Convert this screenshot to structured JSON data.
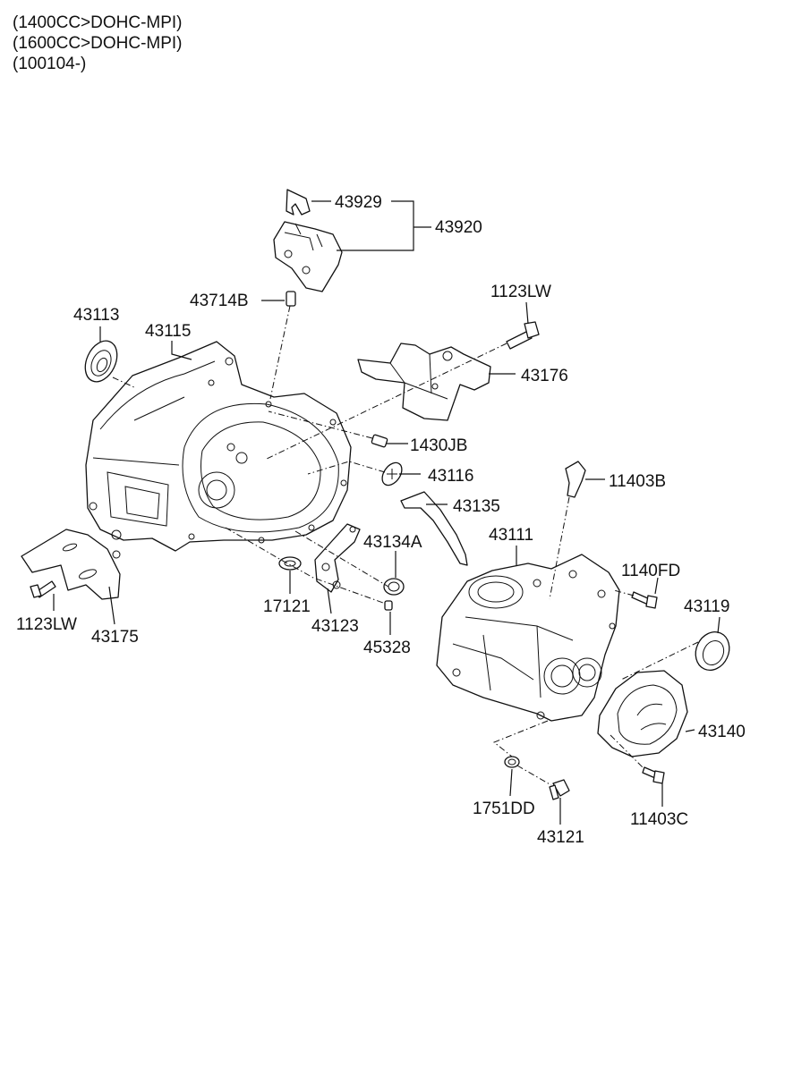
{
  "header": {
    "lines": [
      "(1400CC>DOHC-MPI)",
      "(1600CC>DOHC-MPI)",
      "(100104-)"
    ]
  },
  "labels": {
    "p43929": "43929",
    "p43920": "43920",
    "p43714B": "43714B",
    "p1123LW_top": "1123LW",
    "p43113": "43113",
    "p43115": "43115",
    "p43176": "43176",
    "p1430JB": "1430JB",
    "p43116": "43116",
    "p11403B": "11403B",
    "p43135": "43135",
    "p43111": "43111",
    "p43134A": "43134A",
    "p1140FD": "1140FD",
    "p43119": "43119",
    "p17121": "17121",
    "p43123": "43123",
    "p1123LW_left": "1123LW",
    "p43175": "43175",
    "p45328": "45328",
    "p43140": "43140",
    "p1751DD": "1751DD",
    "p11403C": "11403C",
    "p43121": "43121"
  }
}
